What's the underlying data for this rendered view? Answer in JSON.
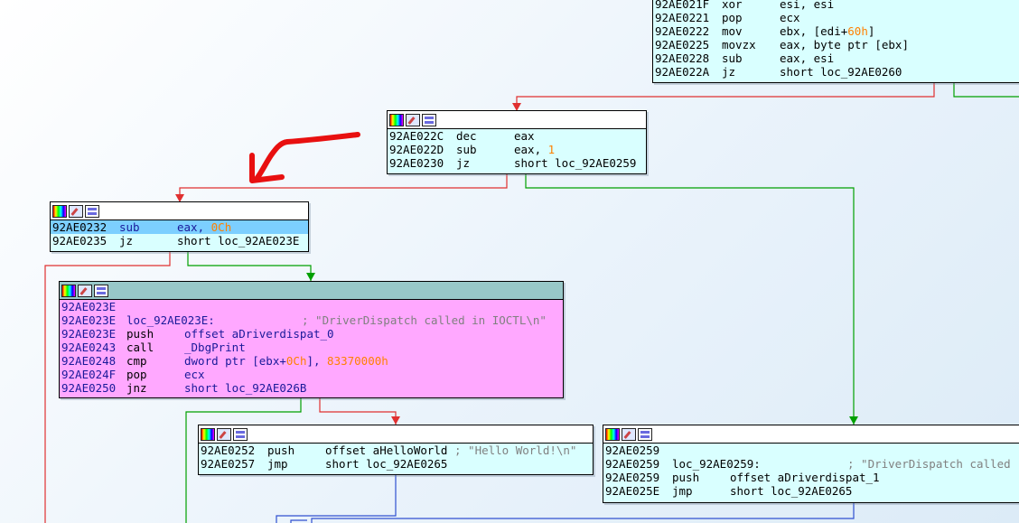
{
  "colors": {
    "edge_true": "#00a000",
    "edge_false": "#e03030",
    "edge_jump": "#3050d0",
    "annotation_arrow": "#e81010",
    "node_bg": "#d9ffff",
    "node_bg_highlight": "#ffa8ff",
    "selection": "#7ccfff",
    "number": "#ff8000",
    "comment": "#808080"
  },
  "blocks": {
    "b0": {
      "lines": [
        {
          "addr": "92AE021F",
          "mn": "xor",
          "op": "esi, esi"
        },
        {
          "addr": "92AE0221",
          "mn": "pop",
          "op": "ecx"
        },
        {
          "addr": "92AE0222",
          "mn": "mov",
          "op": "ebx, [edi+",
          "num": "60h",
          "op2": "]"
        },
        {
          "addr": "92AE0225",
          "mn": "movzx",
          "op": "eax, byte ptr [ebx]"
        },
        {
          "addr": "92AE0228",
          "mn": "sub",
          "op": "eax, esi"
        },
        {
          "addr": "92AE022A",
          "mn": "jz",
          "op": "short loc_92AE0260"
        }
      ]
    },
    "b1": {
      "lines": [
        {
          "addr": "92AE022C",
          "mn": "dec",
          "op": "eax"
        },
        {
          "addr": "92AE022D",
          "mn": "sub",
          "op": "eax, ",
          "num": "1"
        },
        {
          "addr": "92AE0230",
          "mn": "jz",
          "op": "short loc_92AE0259"
        }
      ]
    },
    "b2": {
      "lines": [
        {
          "addr": "92AE0232",
          "mn": "sub",
          "op": "eax, ",
          "num": "0Ch"
        },
        {
          "addr": "92AE0235",
          "mn": "jz",
          "op": "short loc_92AE023E"
        }
      ]
    },
    "b3": {
      "lines": [
        {
          "addr": "92AE023E"
        },
        {
          "addr": "92AE023E",
          "label": "loc_92AE023E:",
          "comment": "; \"DriverDispatch called in IOCTL\\n\""
        },
        {
          "addr": "92AE023E",
          "mn": "push",
          "op": "offset aDriverdispat_0"
        },
        {
          "addr": "92AE0243",
          "mn": "call",
          "op": "_DbgPrint"
        },
        {
          "addr": "92AE0248",
          "mn": "cmp",
          "op": "dword ptr [ebx+",
          "num": "0Ch",
          "op2": "], ",
          "num2": "83370000h"
        },
        {
          "addr": "92AE024F",
          "mn": "pop",
          "op": "ecx"
        },
        {
          "addr": "92AE0250",
          "mn": "jnz",
          "op": "short loc_92AE026B"
        }
      ]
    },
    "b4": {
      "lines": [
        {
          "addr": "92AE0252",
          "mn": "push",
          "op": "offset aHelloWorld ",
          "comment": "; \"Hello World!\\n\""
        },
        {
          "addr": "92AE0257",
          "mn": "jmp",
          "op": "short loc_92AE0265"
        }
      ]
    },
    "b5": {
      "lines": [
        {
          "addr": "92AE0259"
        },
        {
          "addr": "92AE0259",
          "label": "loc_92AE0259:",
          "comment": "; \"DriverDispatch called"
        },
        {
          "addr": "92AE0259",
          "mn": "push",
          "op": "offset aDriverdispat_1"
        },
        {
          "addr": "92AE025E",
          "mn": "jmp",
          "op": "short loc_92AE0265"
        }
      ]
    }
  }
}
